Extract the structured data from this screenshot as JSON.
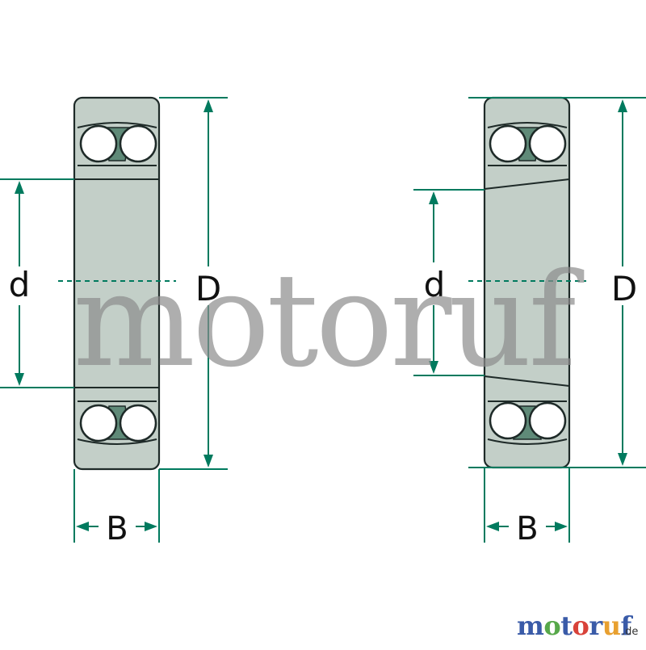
{
  "labels": {
    "left_bore": "d",
    "left_outer": "D",
    "left_width": "B",
    "right_bore": "d",
    "right_outer": "D",
    "right_width": "B"
  },
  "watermark": {
    "text": "motoruf"
  },
  "logo": {
    "text": "motoruf",
    "suffix": ".de"
  },
  "colors": {
    "dimension": "#007a5e",
    "body_fill": "#c3cfc8",
    "outline": "#1e2a28",
    "cage_fill": "#5f8a78",
    "watermark": "#8c8c8c",
    "logo_blue": "#3a5ba8",
    "logo_green": "#57a84a",
    "logo_red": "#d8423a",
    "logo_orange": "#e8a030"
  }
}
